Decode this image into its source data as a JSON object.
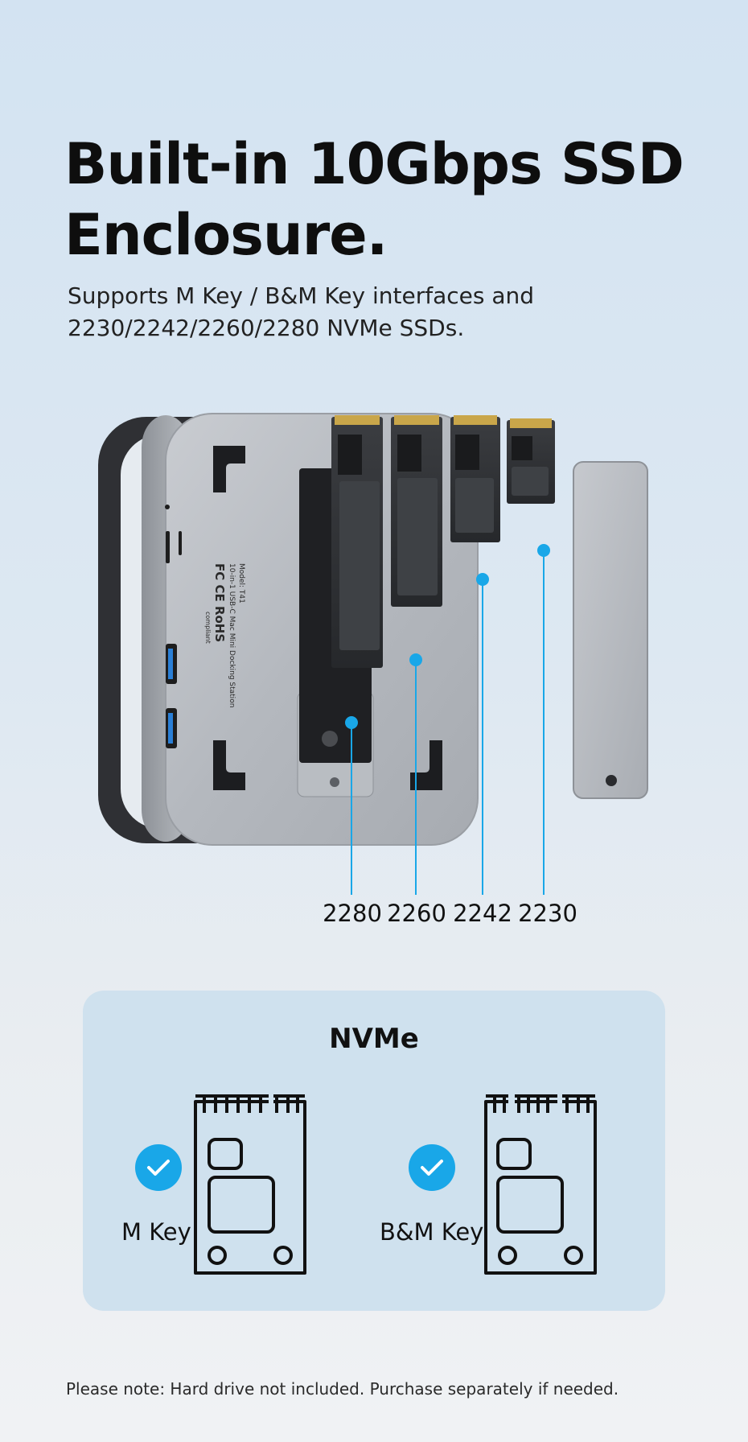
{
  "headline": {
    "line1": "Built-in 10Gbps SSD",
    "line2": "Enclosure."
  },
  "subhead": {
    "line1": "Supports M Key / B&M Key interfaces and",
    "line2": "2230/2242/2260/2280 NVMe SSDs."
  },
  "ssd_sizes": [
    "2280",
    "2260",
    "2242",
    "2230"
  ],
  "device_markings": {
    "model": "Model: T41",
    "description": "10-in-1 USB-C Mac Mini Docking Station",
    "certs": "FC CE RoHS",
    "compliant": "compliant"
  },
  "nvme_panel": {
    "title": "NVMe",
    "keys": [
      {
        "label": "M Key",
        "icon": "check-icon"
      },
      {
        "label": "B&M Key",
        "icon": "check-icon"
      }
    ]
  },
  "footnote": "Please note: Hard drive not included. Purchase separately if needed.",
  "colors": {
    "accent": "#19a7e8",
    "panel": "#cfe1ee",
    "text": "#111111"
  }
}
